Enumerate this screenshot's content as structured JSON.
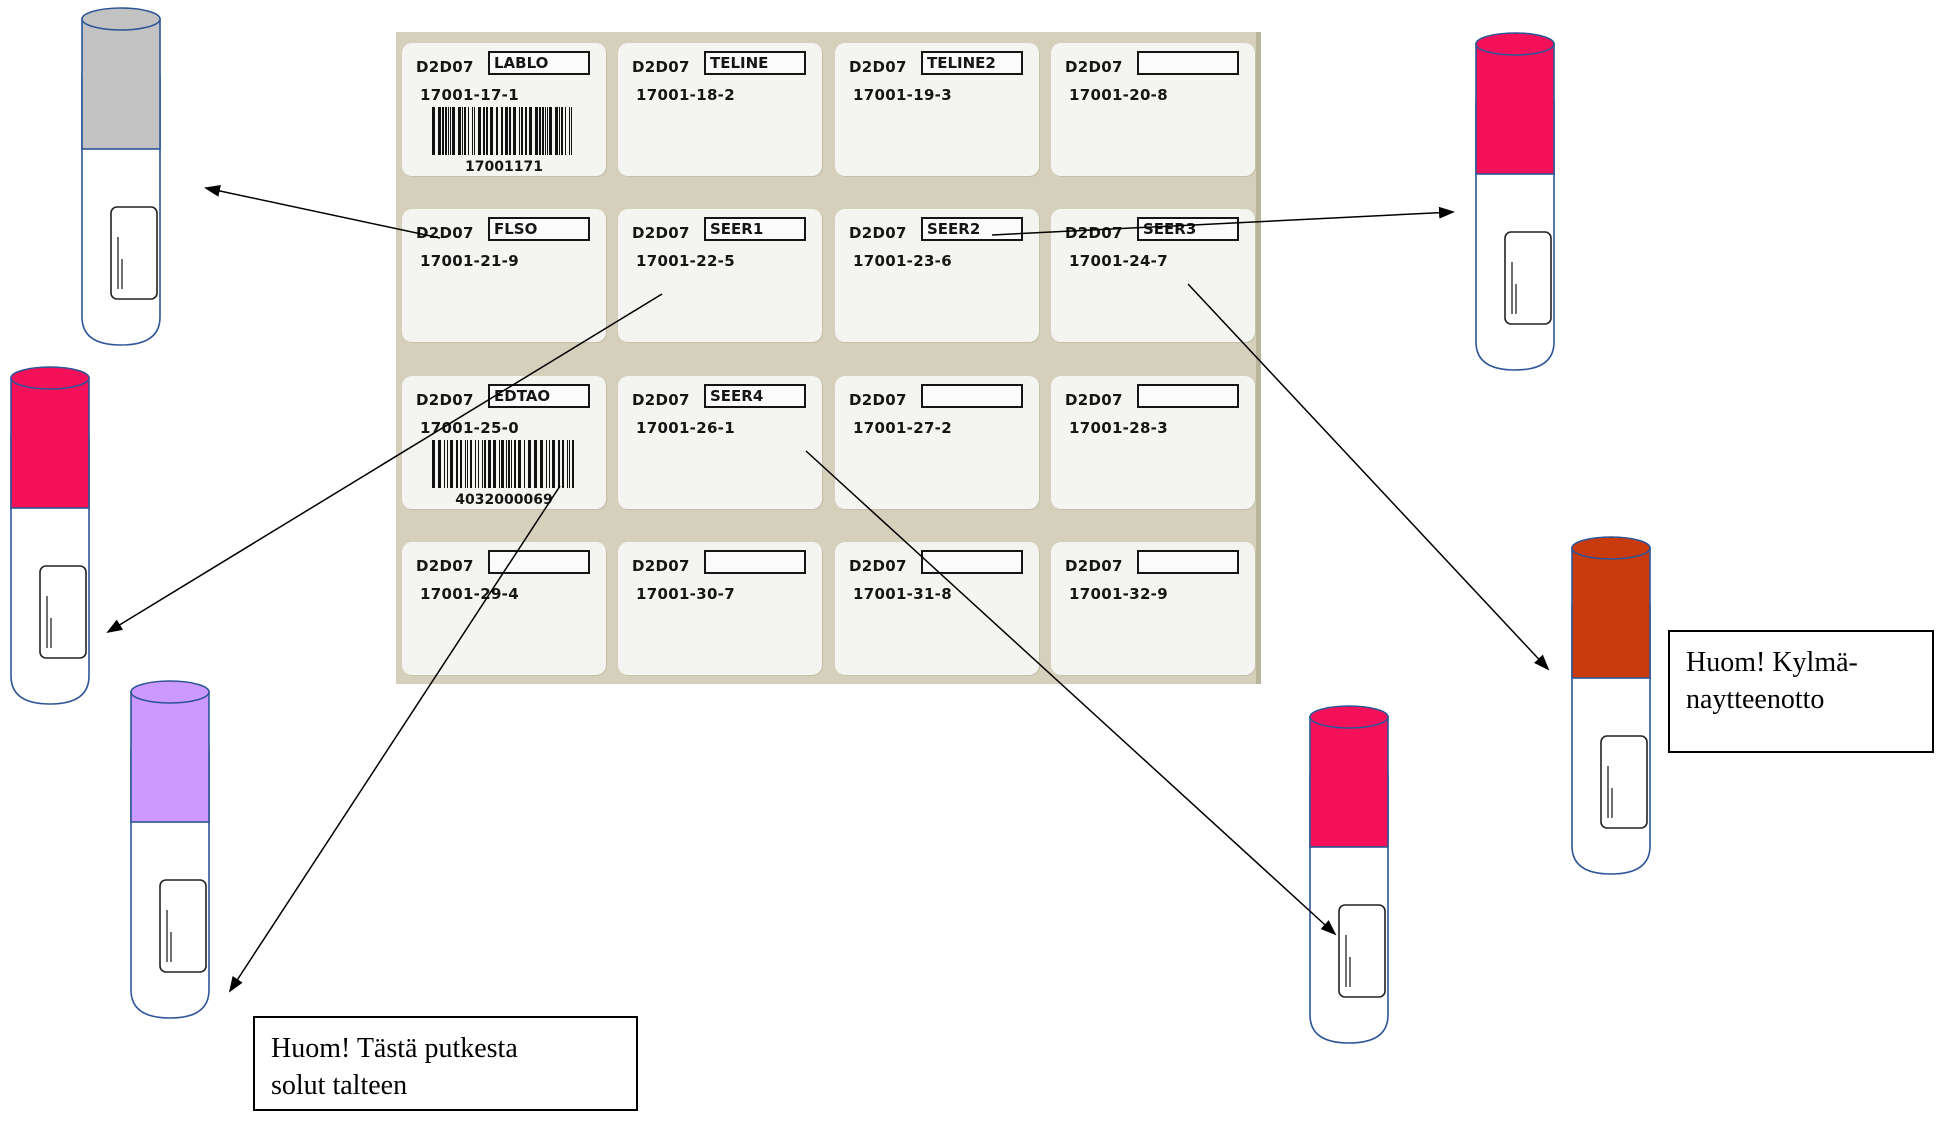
{
  "labels": [
    {
      "code": "D2D07",
      "box": "LABLO",
      "id": "17001-17-1",
      "barcode": "17001171"
    },
    {
      "code": "D2D07",
      "box": "TELINE",
      "id": "17001-18-2"
    },
    {
      "code": "D2D07",
      "box": "TELINE2",
      "id": "17001-19-3"
    },
    {
      "code": "D2D07",
      "box": "",
      "id": "17001-20-8"
    },
    {
      "code": "D2D07",
      "box": "FLSO",
      "id": "17001-21-9"
    },
    {
      "code": "D2D07",
      "box": "SEER1",
      "id": "17001-22-5"
    },
    {
      "code": "D2D07",
      "box": "SEER2",
      "id": "17001-23-6"
    },
    {
      "code": "D2D07",
      "box": "SEER3",
      "id": "17001-24-7"
    },
    {
      "code": "D2D07",
      "box": "EDTAO",
      "id": "17001-25-0",
      "barcode": "4032000069"
    },
    {
      "code": "D2D07",
      "box": "SEER4",
      "id": "17001-26-1"
    },
    {
      "code": "D2D07",
      "box": "",
      "id": "17001-27-2"
    },
    {
      "code": "D2D07",
      "box": "",
      "id": "17001-28-3"
    },
    {
      "code": "D2D07",
      "box": "",
      "id": "17001-29-4"
    },
    {
      "code": "D2D07",
      "box": "",
      "id": "17001-30-7"
    },
    {
      "code": "D2D07",
      "box": "",
      "id": "17001-31-8"
    },
    {
      "code": "D2D07",
      "box": "",
      "id": "17001-32-9"
    }
  ],
  "tubes": [
    {
      "name": "tube-gray-top",
      "cap_color": "#c2c2c2"
    },
    {
      "name": "tube-pink-top-left",
      "cap_color": "#f5115a"
    },
    {
      "name": "tube-lavender-top",
      "cap_color": "#cc99ff"
    },
    {
      "name": "tube-pink-top-right",
      "cap_color": "#f5115a"
    },
    {
      "name": "tube-red-brown-top",
      "cap_color": "#c93a0c"
    },
    {
      "name": "tube-pink-top-bottom",
      "cap_color": "#f5115a"
    }
  ],
  "notes": {
    "cells": [
      "Huom! Tästä putkesta",
      "solut talteen"
    ],
    "cold": [
      "Huom! Kylmä-",
      "naytteenotto"
    ]
  }
}
